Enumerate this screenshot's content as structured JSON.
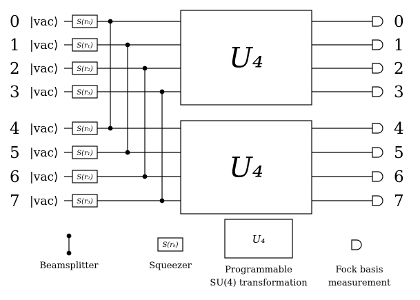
{
  "modes": [
    {
      "index": "0",
      "input": "|vac⟩",
      "squeezer": "S(r₀)",
      "output": "0"
    },
    {
      "index": "1",
      "input": "|vac⟩",
      "squeezer": "S(r₁)",
      "output": "1"
    },
    {
      "index": "2",
      "input": "|vac⟩",
      "squeezer": "S(r₂)",
      "output": "2"
    },
    {
      "index": "3",
      "input": "|vac⟩",
      "squeezer": "S(r₃)",
      "output": "3"
    },
    {
      "index": "4",
      "input": "|vac⟩",
      "squeezer": "S(r₀)",
      "output": "4"
    },
    {
      "index": "5",
      "input": "|vac⟩",
      "squeezer": "S(r₁)",
      "output": "5"
    },
    {
      "index": "6",
      "input": "|vac⟩",
      "squeezer": "S(r₂)",
      "output": "6"
    },
    {
      "index": "7",
      "input": "|vac⟩",
      "squeezer": "S(r₃)",
      "output": "7"
    }
  ],
  "unitaries": [
    {
      "label": "U₄",
      "modes": [
        0,
        1,
        2,
        3
      ]
    },
    {
      "label": "U₄",
      "modes": [
        4,
        5,
        6,
        7
      ]
    }
  ],
  "beamsplitters": [
    [
      0,
      4
    ],
    [
      1,
      5
    ],
    [
      2,
      6
    ],
    [
      3,
      7
    ]
  ],
  "legend": {
    "beamsplitter": "Beamsplitter",
    "squeezer_symbol": "S(rₖ)",
    "squeezer": "Squeezer",
    "unitary_symbol": "U₄",
    "unitary_line1": "Programmable",
    "unitary_line2": "SU(4) transformation",
    "measurement_line1": "Fock basis",
    "measurement_line2": "measurement"
  }
}
